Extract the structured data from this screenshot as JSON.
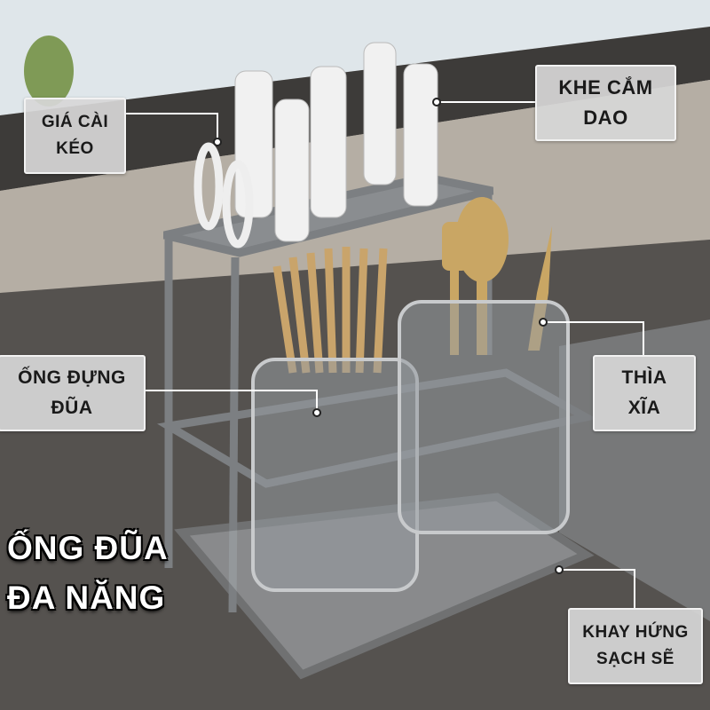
{
  "labels": {
    "scissor_holder": [
      "GIÁ CÀI",
      "KÉO"
    ],
    "knife_slot": [
      "KHE CẮM",
      "DAO"
    ],
    "chopstick_cup": [
      "ỐNG ĐỰNG",
      "ĐŨA"
    ],
    "spoon_fork": [
      "THÌA",
      "XĨA"
    ],
    "drip_tray": [
      "KHAY HỨNG",
      "SẠCH SẼ"
    ]
  },
  "headline": [
    "ỐNG ĐŨA",
    "ĐA NĂNG"
  ]
}
